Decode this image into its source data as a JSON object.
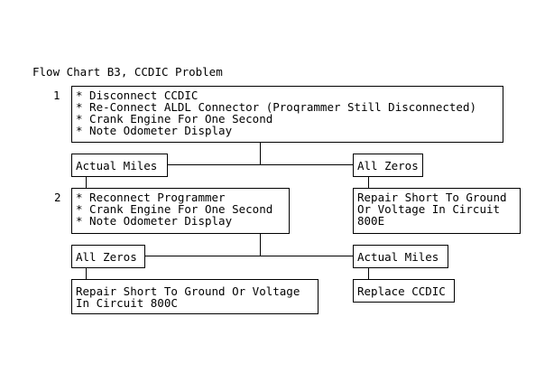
{
  "title": "Flow Chart B3, CCDIC Problem",
  "steps": [
    {
      "number": "1",
      "lines": [
        "* Disconnect CCDIC",
        "* Re-Connect ALDL Connector (Proqrammer Still Disconnected)",
        "* Crank Engine For One Second",
        "* Note Odometer Display"
      ]
    },
    {
      "number": "2",
      "lines": [
        "* Reconnect Programmer",
        "* Crank Engine For One Second",
        "* Note Odometer Display"
      ]
    }
  ],
  "branches": {
    "step1_left": "Actual Miles",
    "step1_right": "All Zeros",
    "step2_left": "All Zeros",
    "step2_right": "Actual Miles"
  },
  "outcomes": {
    "step1_right": [
      "Repair Short To Ground",
      "Or Voltage In Circuit",
      "800E"
    ],
    "step2_left": [
      "Repair Short To Ground Or Voltage",
      "In Circuit 800C"
    ],
    "step2_right": [
      "Replace CCDIC"
    ]
  }
}
